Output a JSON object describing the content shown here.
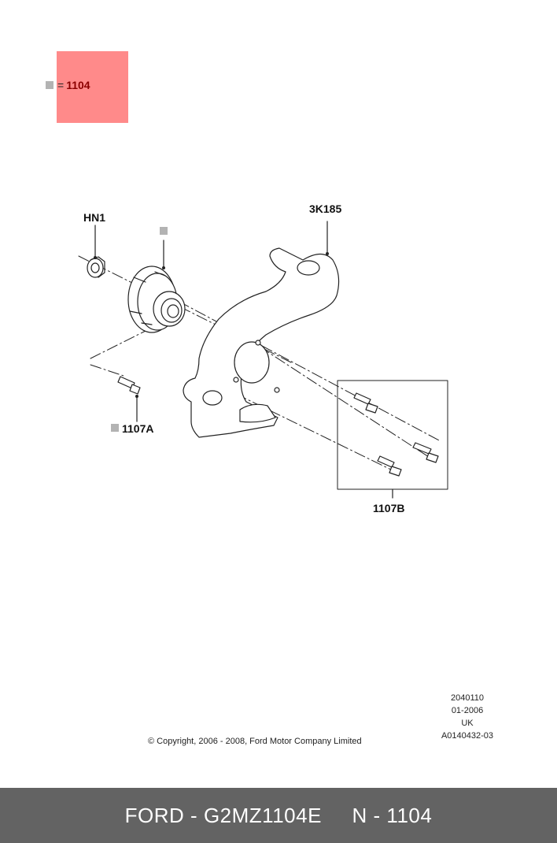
{
  "legend": {
    "equals": "=",
    "part": "1104",
    "highlight_color": "#ff8a8a",
    "marker_color": "#b3b3b3"
  },
  "callouts": {
    "hn1": "HN1",
    "k3185": "3K185",
    "a1107": "1107A",
    "b1107": "1107B"
  },
  "meta": {
    "line1": "2040110",
    "line2": "01-2006",
    "line3": "UK",
    "line4": "A0140432-03"
  },
  "copyright": "© Copyright, 2006 - 2008, Ford Motor Company Limited",
  "footer": {
    "brand": "FORD",
    "part_number": "G2MZ1104E",
    "ref": "N - 1104",
    "background": "#636363"
  }
}
